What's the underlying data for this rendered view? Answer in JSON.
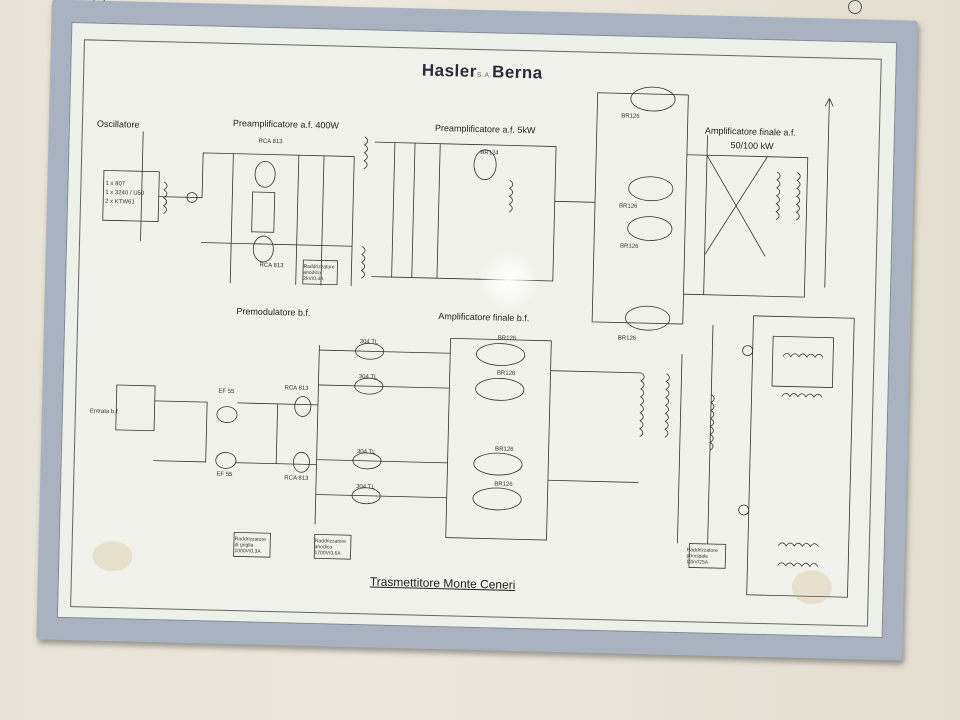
{
  "poster": {
    "brand_left": "Hasler",
    "brand_mid": "S.A.",
    "brand_right": "Berna",
    "footer_title": "Trasmettitore Monte Ceneri"
  },
  "sections": {
    "oscillator": "Oscillatore",
    "preamp_400w": "Preamplificatore a.f. 400W",
    "preamp_5kw": "Preamplificatore a.f. 5kW",
    "final_af": "Amplificatore finale a.f.",
    "final_af_power": "50/100 kW",
    "premodulator": "Premodulatore b.f.",
    "final_bf": "Amplificatore finale b.f."
  },
  "tubes": {
    "osc_list": [
      "1 x 807",
      "1 x 3240 / U50",
      "2 x KTW61"
    ],
    "rca_813_top": "RCA 813",
    "rca_813_bottom": "RCA 813",
    "br124": "BR124",
    "br126_a": "BR126",
    "br126_b": "BR126",
    "br126_c": "BR126",
    "br126_d": "BR126",
    "ef55_top": "EF 55",
    "ef55_bottom": "EF 55",
    "pm_813_top": "RCA 813",
    "pm_813_bottom": "RCA 813",
    "t304_1": "304 TL",
    "t304_2": "304 TL",
    "t304_3": "304 TL",
    "t304_4": "304 TL",
    "bf_br126_1": "BR126",
    "bf_br126_2": "BR126",
    "bf_br126_3": "BR126",
    "bf_br126_4": "BR126"
  },
  "notes": {
    "rectifier_1": "Raddrizzatore anodico 2kV/0,4A",
    "rectifier_2": "Raddrizzatore di griglia 1000V/0,3A",
    "rectifier_3": "Raddrizzatore anodico 1700V/0,6A",
    "rectifier_4": "Raddrizzatore principale 12kV/25A",
    "input_bf": "Entrata b.f."
  }
}
